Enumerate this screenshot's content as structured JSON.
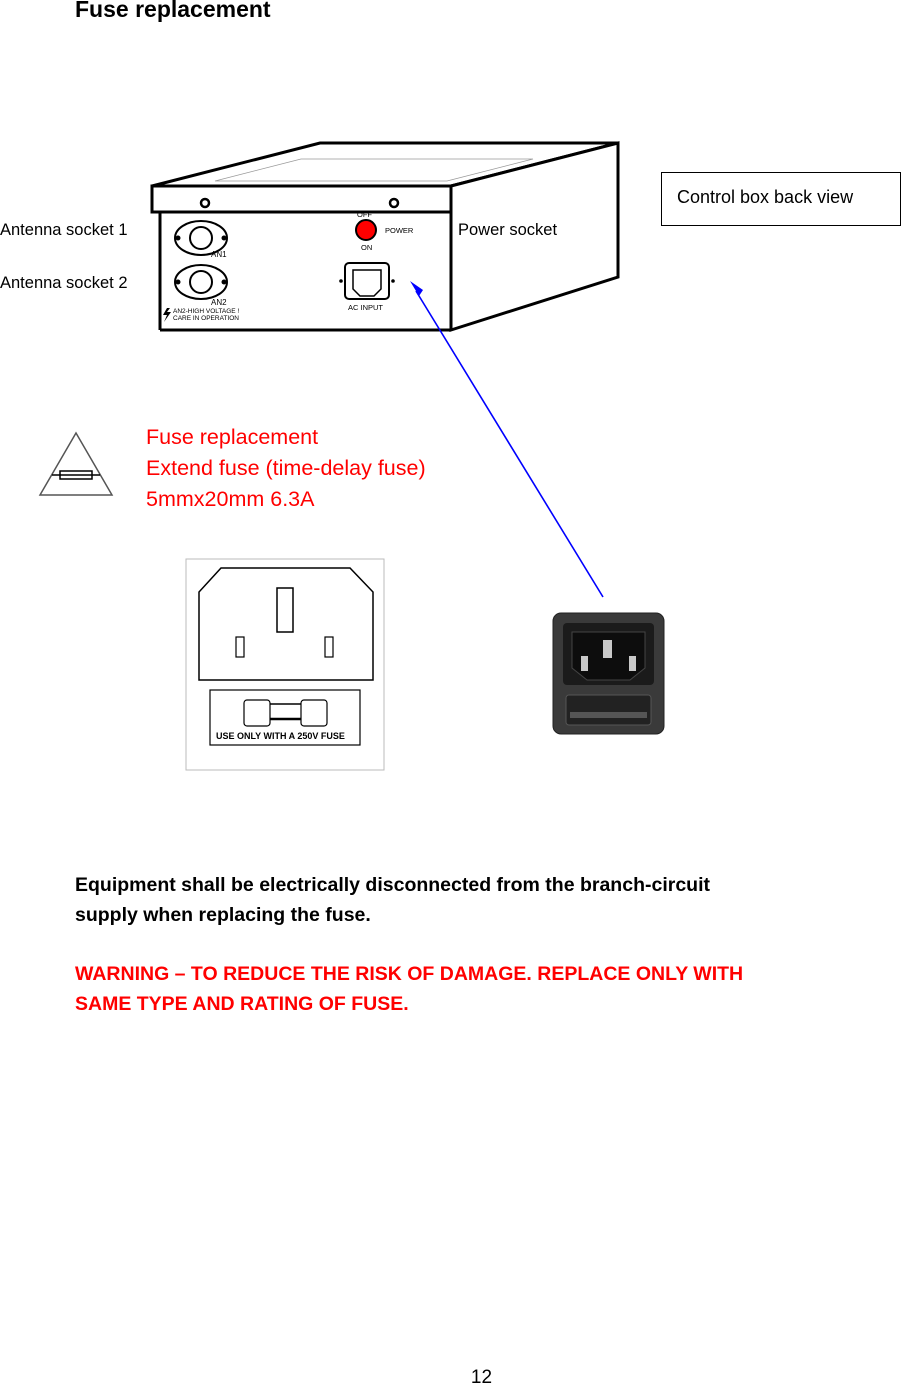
{
  "page": {
    "heading": "Fuse replacement",
    "page_number": "12"
  },
  "device_diagram": {
    "labels": {
      "antenna_socket_1": "Antenna socket 1",
      "antenna_socket_2": "Antenna socket 2",
      "power_socket": "Power socket",
      "control_box_back_view": "Control box back view"
    },
    "panel_text": {
      "an1": "AN1",
      "an2": "AN2",
      "off": "OFF",
      "on": "ON",
      "power": "POWER",
      "ac_input": "AC INPUT",
      "warning_line1": "AN2-HIGH VOLTAGE !",
      "warning_line2": "CARE IN OPERATION"
    },
    "switch_color": "#ff0000",
    "arrow_color": "#0000ff"
  },
  "fuse_spec": {
    "line1": "Fuse replacement",
    "line2": "Extend fuse (time-delay fuse)",
    "line3": "5mmx20mm 6.3A",
    "color": "#ff0000"
  },
  "inlet_drawing": {
    "label": "USE ONLY WITH A 250V FUSE"
  },
  "notes": {
    "disconnect_line1": "Equipment shall be electrically disconnected from the branch-circuit",
    "disconnect_line2": "supply when replacing the fuse.",
    "warning_line1": "WARNING – TO REDUCE THE RISK OF DAMAGE. REPLACE ONLY WITH",
    "warning_line2": "SAME TYPE AND RATING OF FUSE."
  }
}
